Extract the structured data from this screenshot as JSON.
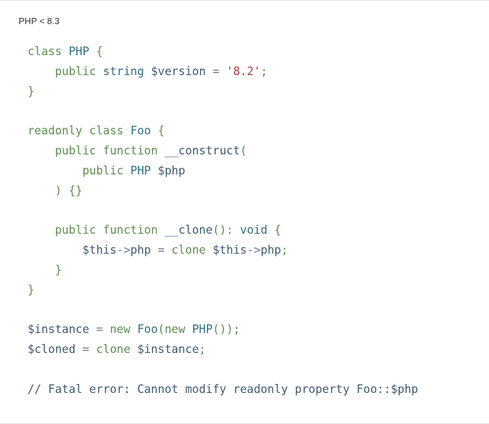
{
  "header": {
    "label": "PHP < 8.3"
  },
  "code": {
    "lines": [
      [
        {
          "t": "kw",
          "v": "class"
        },
        {
          "t": "sp",
          "v": " "
        },
        {
          "t": "tp",
          "v": "PHP"
        },
        {
          "t": "sp",
          "v": " "
        },
        {
          "t": "punc",
          "v": "{"
        }
      ],
      [
        {
          "t": "sp",
          "v": "    "
        },
        {
          "t": "kw",
          "v": "public"
        },
        {
          "t": "sp",
          "v": " "
        },
        {
          "t": "tp",
          "v": "string"
        },
        {
          "t": "sp",
          "v": " "
        },
        {
          "t": "var",
          "v": "$version"
        },
        {
          "t": "sp",
          "v": " "
        },
        {
          "t": "op",
          "v": "="
        },
        {
          "t": "sp",
          "v": " "
        },
        {
          "t": "str",
          "v": "'8.2'"
        },
        {
          "t": "punc",
          "v": ";"
        }
      ],
      [
        {
          "t": "punc",
          "v": "}"
        }
      ],
      [],
      [
        {
          "t": "kw",
          "v": "readonly"
        },
        {
          "t": "sp",
          "v": " "
        },
        {
          "t": "kw",
          "v": "class"
        },
        {
          "t": "sp",
          "v": " "
        },
        {
          "t": "tp",
          "v": "Foo"
        },
        {
          "t": "sp",
          "v": " "
        },
        {
          "t": "punc",
          "v": "{"
        }
      ],
      [
        {
          "t": "sp",
          "v": "    "
        },
        {
          "t": "kw",
          "v": "public"
        },
        {
          "t": "sp",
          "v": " "
        },
        {
          "t": "kw",
          "v": "function"
        },
        {
          "t": "sp",
          "v": " "
        },
        {
          "t": "fn",
          "v": "__construct"
        },
        {
          "t": "punc",
          "v": "("
        }
      ],
      [
        {
          "t": "sp",
          "v": "        "
        },
        {
          "t": "kw",
          "v": "public"
        },
        {
          "t": "sp",
          "v": " "
        },
        {
          "t": "tp",
          "v": "PHP"
        },
        {
          "t": "sp",
          "v": " "
        },
        {
          "t": "var",
          "v": "$php"
        }
      ],
      [
        {
          "t": "sp",
          "v": "    "
        },
        {
          "t": "punc",
          "v": ") {}"
        }
      ],
      [],
      [
        {
          "t": "sp",
          "v": "    "
        },
        {
          "t": "kw",
          "v": "public"
        },
        {
          "t": "sp",
          "v": " "
        },
        {
          "t": "kw",
          "v": "function"
        },
        {
          "t": "sp",
          "v": " "
        },
        {
          "t": "fn",
          "v": "__clone"
        },
        {
          "t": "punc",
          "v": "():"
        },
        {
          "t": "sp",
          "v": " "
        },
        {
          "t": "tp",
          "v": "void"
        },
        {
          "t": "sp",
          "v": " "
        },
        {
          "t": "punc",
          "v": "{"
        }
      ],
      [
        {
          "t": "sp",
          "v": "        "
        },
        {
          "t": "var",
          "v": "$this"
        },
        {
          "t": "op",
          "v": "->"
        },
        {
          "t": "var",
          "v": "php"
        },
        {
          "t": "sp",
          "v": " "
        },
        {
          "t": "op",
          "v": "="
        },
        {
          "t": "sp",
          "v": " "
        },
        {
          "t": "kw",
          "v": "clone"
        },
        {
          "t": "sp",
          "v": " "
        },
        {
          "t": "var",
          "v": "$this"
        },
        {
          "t": "op",
          "v": "->"
        },
        {
          "t": "var",
          "v": "php"
        },
        {
          "t": "punc",
          "v": ";"
        }
      ],
      [
        {
          "t": "sp",
          "v": "    "
        },
        {
          "t": "punc",
          "v": "}"
        }
      ],
      [
        {
          "t": "punc",
          "v": "}"
        }
      ],
      [],
      [
        {
          "t": "var",
          "v": "$instance"
        },
        {
          "t": "sp",
          "v": " "
        },
        {
          "t": "op",
          "v": "="
        },
        {
          "t": "sp",
          "v": " "
        },
        {
          "t": "kw",
          "v": "new"
        },
        {
          "t": "sp",
          "v": " "
        },
        {
          "t": "tp",
          "v": "Foo"
        },
        {
          "t": "punc",
          "v": "("
        },
        {
          "t": "kw",
          "v": "new"
        },
        {
          "t": "sp",
          "v": " "
        },
        {
          "t": "tp",
          "v": "PHP"
        },
        {
          "t": "punc",
          "v": "());"
        }
      ],
      [
        {
          "t": "var",
          "v": "$cloned"
        },
        {
          "t": "sp",
          "v": " "
        },
        {
          "t": "op",
          "v": "="
        },
        {
          "t": "sp",
          "v": " "
        },
        {
          "t": "kw",
          "v": "clone"
        },
        {
          "t": "sp",
          "v": " "
        },
        {
          "t": "var",
          "v": "$instance"
        },
        {
          "t": "punc",
          "v": ";"
        }
      ],
      [],
      [
        {
          "t": "cmt",
          "v": "// Fatal error: Cannot modify readonly property Foo::$php"
        }
      ]
    ]
  },
  "colors": {
    "keyword": "#5d8f4f",
    "type": "#2f6f86",
    "variable": "#3f5a72",
    "string": "#b33a3a",
    "operator": "#6b7b89"
  }
}
